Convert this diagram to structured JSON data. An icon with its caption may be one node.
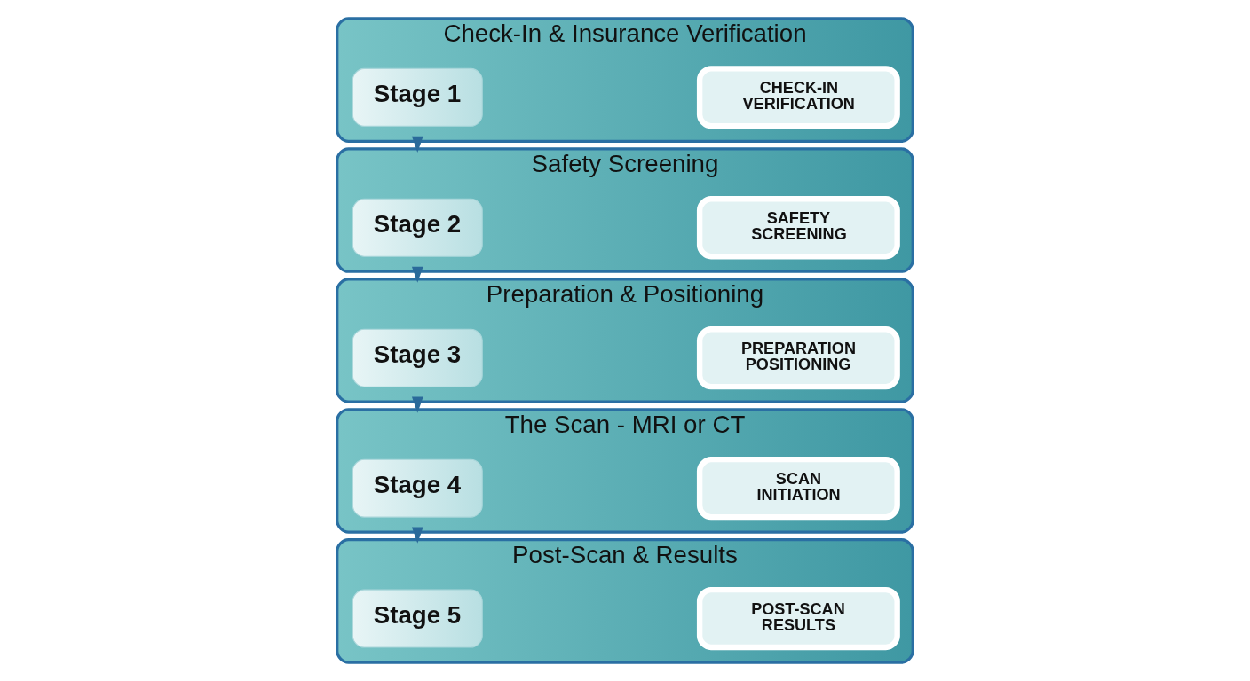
{
  "diagram": {
    "nodes": [
      {
        "text": [
          "Check-In & Insurance Verification"
        ]
      },
      {
        "text": [
          "Stage 1"
        ],
        "in": 0
      },
      {
        "text": [
          "CHECK-IN VERIFICATION"
        ],
        "in": 0
      },
      {
        "text": [
          "Safety Screening"
        ]
      },
      {
        "text": [
          "Stage 2"
        ],
        "in": 3
      },
      {
        "text": [
          "SAFETY SCREENING"
        ],
        "in": 3
      },
      {
        "text": [
          "Preparation & Positioning"
        ]
      },
      {
        "text": [
          "Stage 3"
        ],
        "in": 6
      },
      {
        "text": [
          "PREPARATION POSITIONING"
        ],
        "in": 6
      },
      {
        "text": [
          "The Scan - MRI or CT"
        ]
      },
      {
        "text": [
          "Stage 4"
        ],
        "in": 9
      },
      {
        "text": [
          "SCAN INITIATION"
        ],
        "in": 9
      },
      {
        "text": [
          "Post-Scan & Results"
        ]
      },
      {
        "text": [
          "Stage 5"
        ],
        "in": 12
      },
      {
        "text": [
          "POST-SCAN RESULTS"
        ],
        "in": 12
      }
    ],
    "edges": [
      {
        "from": 0,
        "to": 3,
        "arrow": "to"
      },
      {
        "from": 3,
        "to": 6,
        "arrow": "to"
      },
      {
        "from": 6,
        "to": 9,
        "arrow": "to"
      },
      {
        "from": 9,
        "to": 12,
        "arrow": "to"
      }
    ]
  }
}
